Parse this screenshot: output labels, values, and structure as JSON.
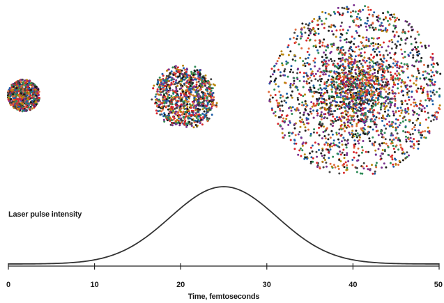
{
  "intensity_label": "Laser pulse intensity",
  "chart_data": {
    "type": "line",
    "xlabel": "Time, femtoseconds",
    "ylabel": "",
    "xlim": [
      0,
      50
    ],
    "x_ticks": [
      "0",
      "10",
      "20",
      "30",
      "40",
      "50"
    ],
    "series": [
      {
        "x": [
          0,
          5,
          10,
          12,
          14,
          16,
          18,
          20,
          22,
          24,
          25,
          26,
          28,
          30,
          32,
          34,
          36,
          38,
          40,
          45,
          50
        ],
        "values": [
          0.0,
          0.01,
          0.05,
          0.11,
          0.2,
          0.33,
          0.5,
          0.68,
          0.85,
          0.97,
          1.0,
          0.98,
          0.88,
          0.72,
          0.53,
          0.35,
          0.21,
          0.11,
          0.05,
          0.01,
          0.0
        ]
      }
    ]
  },
  "colors": {
    "particles": [
      "#d9262b",
      "#1b1b1b",
      "#2e8b57",
      "#7a2f8f",
      "#e06a3c",
      "#1f5fa8",
      "#b8860b",
      "#444444"
    ],
    "curve": "#333333",
    "axis": "#222222"
  }
}
